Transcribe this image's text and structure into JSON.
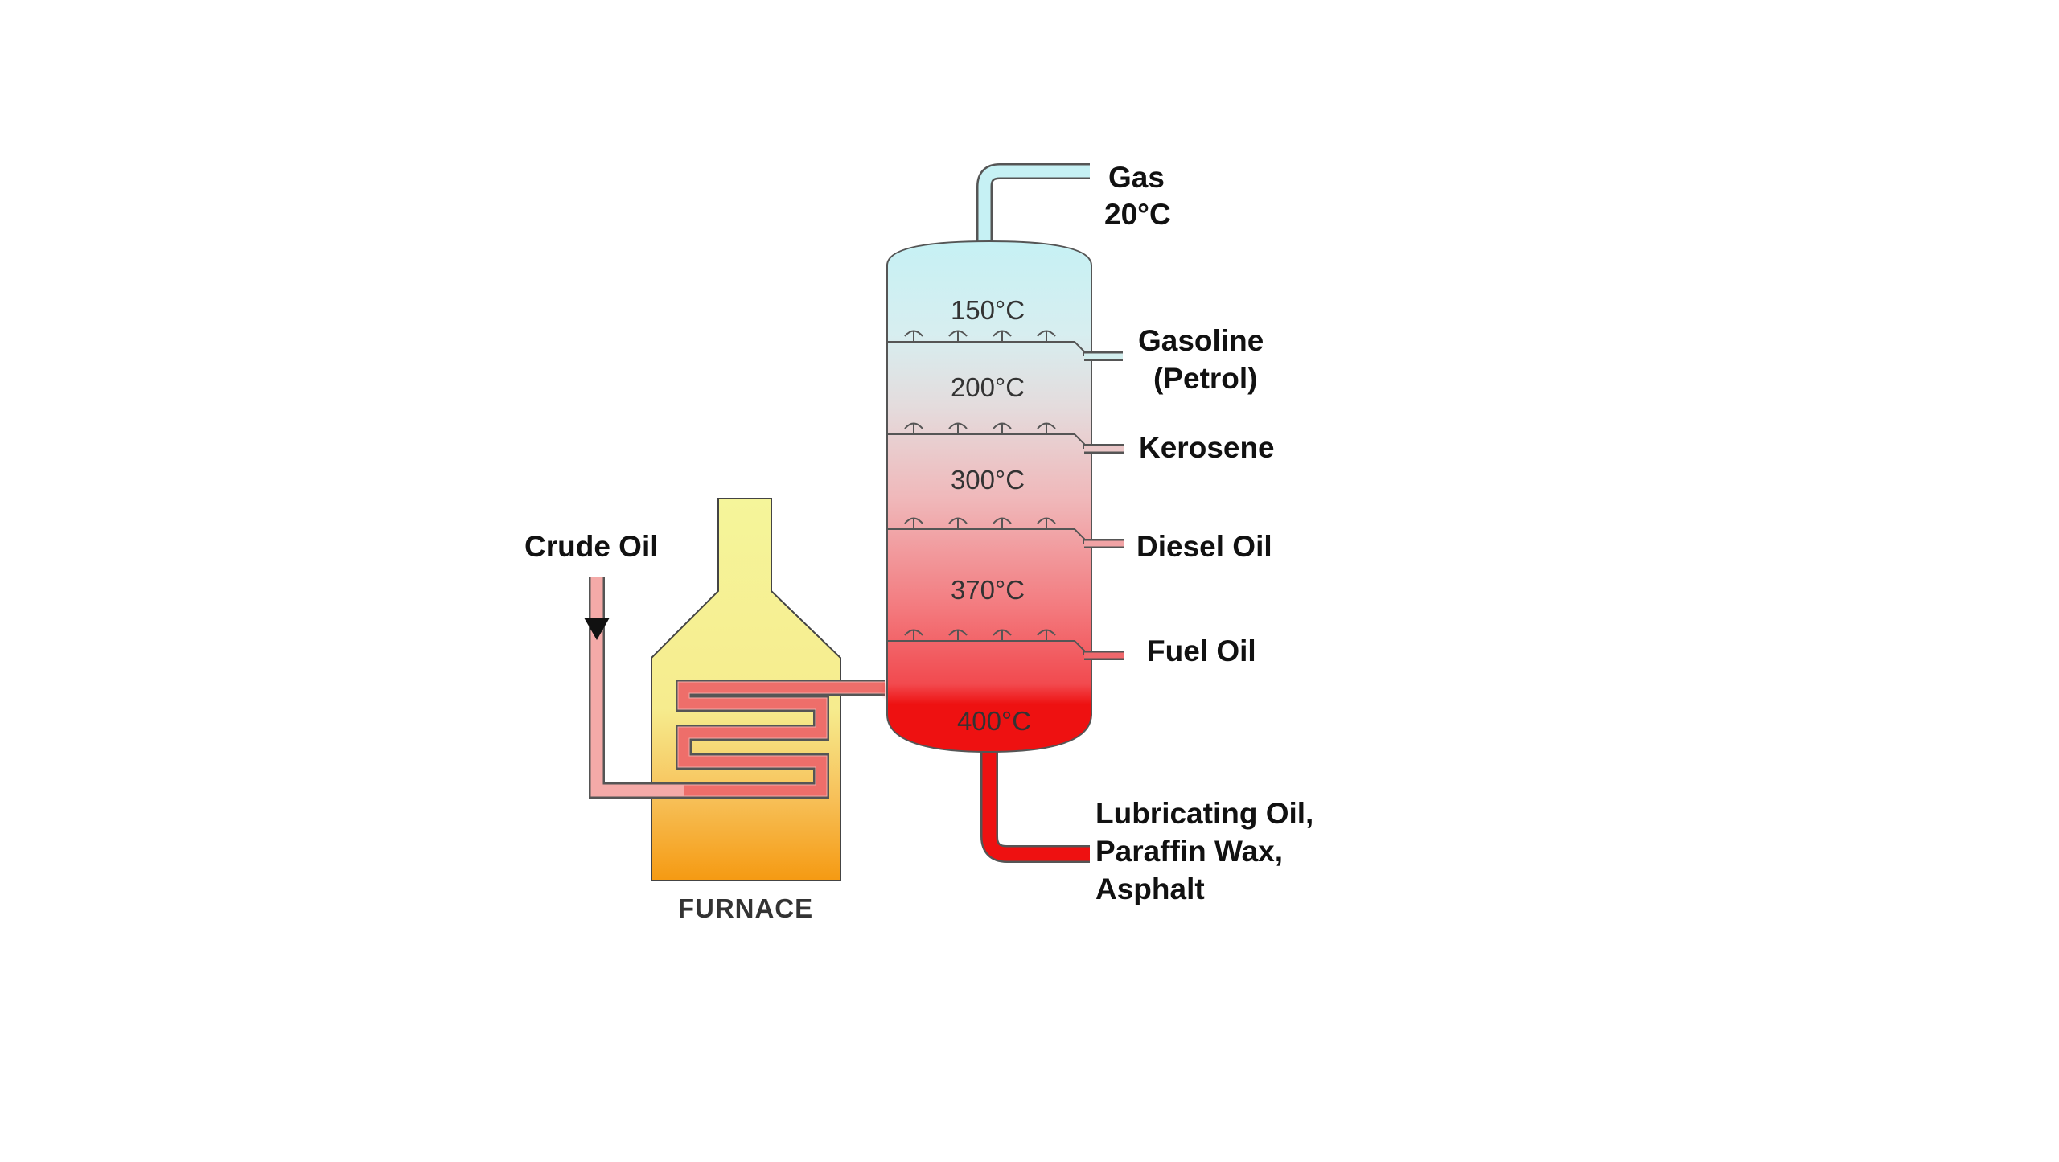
{
  "diagram": {
    "furnace_label": "FURNACE",
    "input_label": "Crude Oil",
    "column": {
      "temperatures": [
        "150°C",
        "200°C",
        "300°C",
        "370°C",
        "400°C"
      ]
    },
    "products": {
      "gas": {
        "name": "Gas",
        "temp": "20°C"
      },
      "gasoline": {
        "line1": "Gasoline",
        "line2": "(Petrol)"
      },
      "kerosene": "Kerosene",
      "diesel": "Diesel Oil",
      "fuel": "Fuel Oil",
      "residue": {
        "line1": "Lubricating Oil,",
        "line2": "Paraffin Wax,",
        "line3": "Asphalt"
      }
    }
  }
}
